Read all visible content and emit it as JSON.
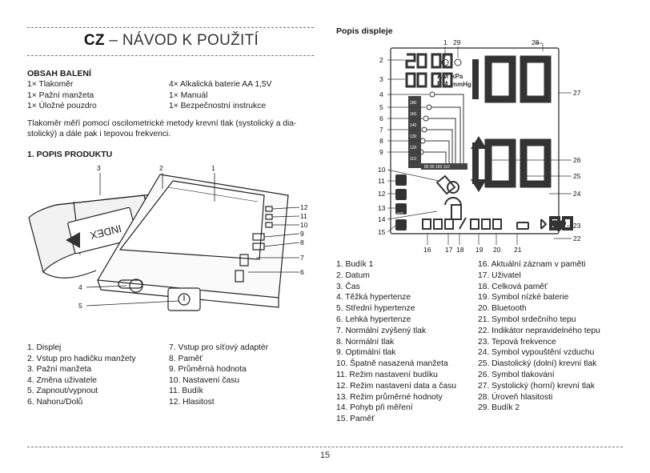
{
  "header": {
    "brand": "CZ",
    "title_rest": " – NÁVOD K POUŽITÍ"
  },
  "package": {
    "heading": "OBSAH BALENÍ",
    "left": [
      "1× Tlakoměr",
      "1× Pažní manžeta",
      "1× Úložné pouzdro"
    ],
    "right": [
      "4× Alkalická baterie AA 1,5V",
      "1× Manuál",
      "1× Bezpečnostní instrukce"
    ]
  },
  "intro": "Tlakoměr měří pomocí oscilometrické metody krevní tlak (systolický a dia-stolický) a dále pak i tepovou frekvenci.",
  "product": {
    "heading": "1. POPIS PRODUKTU",
    "callouts": [
      "1",
      "2",
      "3",
      "4",
      "5",
      "6",
      "7",
      "8",
      "9",
      "10",
      "11",
      "12"
    ],
    "cuff_text": "INDEX",
    "left": [
      "1. Displej",
      "2. Vstup pro hadičku manžety",
      "3. Pažní manžeta",
      "4. Změna uživatele",
      "5. Zapnout/vypnout",
      "6. Nahoru/Dolů"
    ],
    "right": [
      "7. Vstup pro síťový adaptér",
      "8. Paměť",
      "9. Průměrná hodnota",
      "10. Nastavení času",
      "11. Budík",
      "12. Hlasitost"
    ]
  },
  "display": {
    "heading": "Popis displeje",
    "lcd": {
      "am": "AM",
      "pm": "PM",
      "kpa": "kPa",
      "mmhg": "mmHg",
      "avg": "AVG",
      "scale": [
        "180",
        "160",
        "140",
        "130",
        "120",
        "110"
      ],
      "bottom_scale": "85 90 100 110"
    },
    "callouts": [
      "1",
      "2",
      "3",
      "4",
      "5",
      "6",
      "7",
      "8",
      "9",
      "10",
      "11",
      "12",
      "13",
      "14",
      "15",
      "16",
      "17",
      "18",
      "19",
      "20",
      "21",
      "22",
      "23",
      "24",
      "25",
      "26",
      "27",
      "28",
      "29"
    ],
    "left": [
      "1. Budík 1",
      "2. Datum",
      "3. Čas",
      "4. Těžká hypertenze",
      "5. Střední hypertenze",
      "6. Lehká hypertenze",
      "7. Normální zvýšený tlak",
      "8. Normální tlak",
      "9. Optimální tlak",
      "10. Špatně nasazená manžeta",
      "11. Režim nastavení budíku",
      "12. Režim nastavení data a času",
      "13. Režim průměrné hodnoty",
      "14. Pohyb při měření",
      "15. Paměť"
    ],
    "right": [
      "16. Aktuální záznam v paměti",
      "17. Uživatel",
      "18. Celková paměť",
      "19. Symbol nízké baterie",
      "20. Bluetooth",
      "21. Symbol srdečního tepu",
      "22. Indikátor nepravidelného tepu",
      "23. Tepová frekvence",
      "24. Symbol vypouštění vzduchu",
      "25. Diastolický (dolní) krevní tlak",
      "26. Symbol tlakování",
      "27. Systolický (horní) krevní tlak",
      "28. Úroveň hlasitosti",
      "29. Budík 2"
    ]
  },
  "page_number": "15"
}
